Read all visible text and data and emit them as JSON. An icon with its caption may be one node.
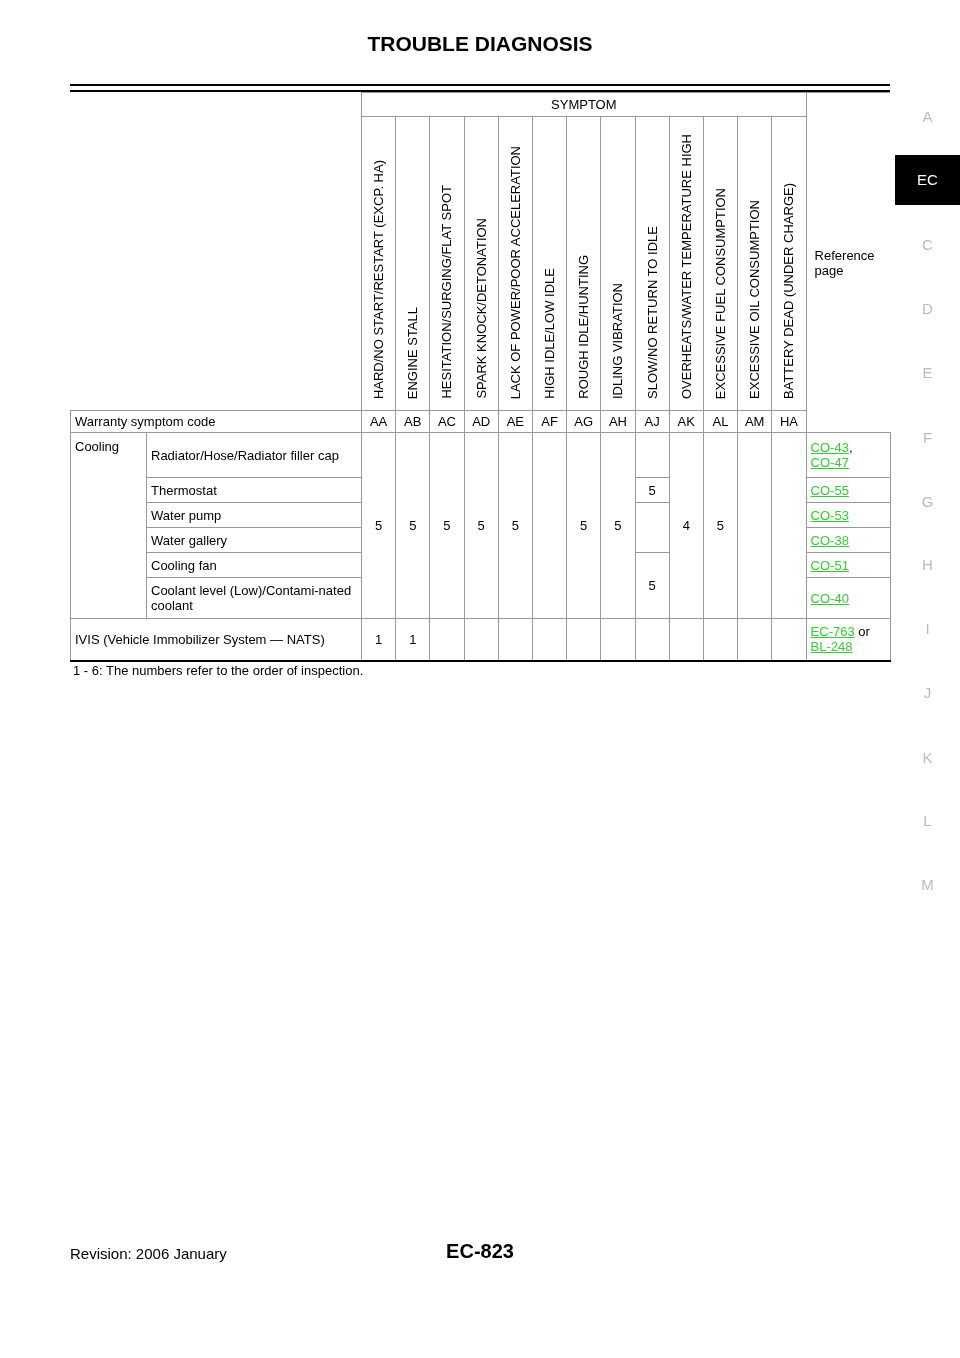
{
  "diagram": {
    "title": "TROUBLE DIAGNOSIS",
    "labels": [
      "SYMPTOM",
      "HARD/NO START/RESTART (EXCP. HA)",
      "ENGINE STALL",
      "HESITATION/SURGING/FLAT SPOT",
      "SPARK KNOCK/DETONATION",
      "LACK OF POWER/POOR ACCELERATION",
      "HIGH IDLE/LOW IDLE",
      "ROUGH IDLE/HUNTING",
      "IDLING VIBRATION",
      "SLOW/NO RETURN TO IDLE",
      "OVERHEATS/WATER TEMPERATURE HIGH",
      "EXCESSIVE FUEL CONSUMPTION",
      "EXCESSIVE OIL CONSUMPTION",
      "BATTERY DEAD (UNDER CHARGE)",
      "Reference page",
      "Warranty symptom code",
      "AA",
      "AB",
      "AC",
      "AD",
      "AE",
      "AF",
      "AG",
      "AH",
      "AJ",
      "AK",
      "AL",
      "AM",
      "HA",
      "Cooling",
      "Radiator/Hose/Radiator filler cap",
      "5",
      "5",
      "5",
      "5",
      "5",
      "5",
      "5",
      "4",
      "5",
      "CO-43, CO-47",
      "Thermostat",
      "5",
      "CO-55",
      "Water pump",
      "CO-53",
      "Water gallery",
      "CO-38",
      "Cooling fan",
      "5",
      "CO-51",
      "Coolant level (Low)/Contami-nated coolant",
      "CO-40",
      "IVIS (Vehicle Immobilizer System — NATS)",
      "1",
      "1",
      "EC-763 or BL-248",
      "1 - 6: The numbers refer to the order of inspection.",
      "Revision: 2006 January",
      "EC-823",
      "A",
      "EC",
      "C",
      "D",
      "E",
      "F",
      "G",
      "H",
      "I",
      "J",
      "K",
      "L",
      "M"
    ]
  }
}
